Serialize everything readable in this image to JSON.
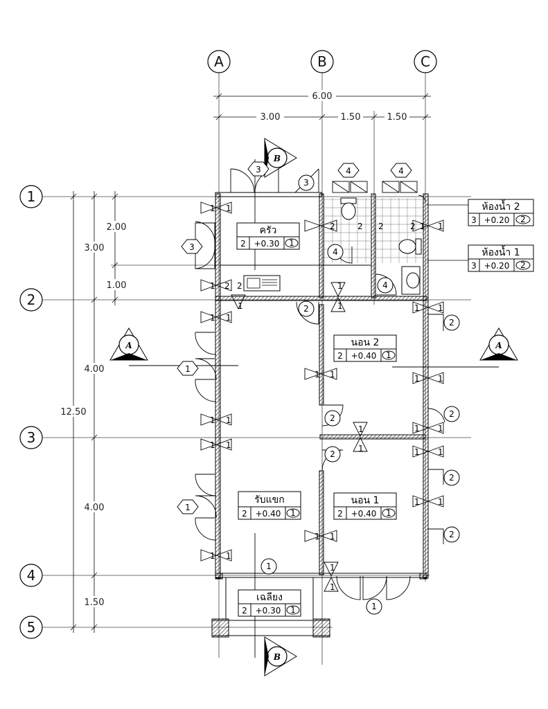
{
  "grid": {
    "columns": [
      "A",
      "B",
      "C"
    ],
    "rows": [
      "1",
      "2",
      "3",
      "4",
      "5"
    ]
  },
  "dimensions": {
    "total_width": "6.00",
    "col_ab": "3.00",
    "col_b_mid": "1.50",
    "col_mid_c": "1.50",
    "total_length": "12.50",
    "row_12": "3.00",
    "row_12_sub_a": "2.00",
    "row_12_sub_b": "1.00",
    "row_23": "4.00",
    "row_34": "4.00",
    "row_45": "1.50"
  },
  "rooms": [
    {
      "name": "ครัว",
      "finish": "2",
      "level": "+0.30",
      "ceiling": "1"
    },
    {
      "name": "นอน 2",
      "finish": "2",
      "level": "+0.40",
      "ceiling": "1"
    },
    {
      "name": "รับแขก",
      "finish": "2",
      "level": "+0.40",
      "ceiling": "1"
    },
    {
      "name": "นอน 1",
      "finish": "2",
      "level": "+0.40",
      "ceiling": "1"
    },
    {
      "name": "เฉลียง",
      "finish": "2",
      "level": "+0.30",
      "ceiling": "1"
    },
    {
      "name": "ห้องน้ำ 2",
      "finish": "3",
      "level": "+0.20",
      "ceiling": "2"
    },
    {
      "name": "ห้องน้ำ 1",
      "finish": "3",
      "level": "+0.20",
      "ceiling": "2"
    }
  ],
  "section_markers": {
    "a": "A",
    "b": "B"
  },
  "tags": {
    "one": "1",
    "two": "2",
    "three": "3",
    "four": "4"
  }
}
